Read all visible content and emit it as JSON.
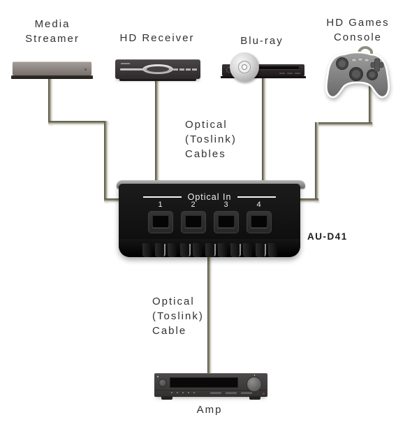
{
  "diagram": {
    "devices": {
      "media_streamer": {
        "name_line1": "Media",
        "name_line2": "Streamer"
      },
      "hd_receiver": {
        "name": "HD Receiver"
      },
      "blu_ray": {
        "name": "Blu-ray"
      },
      "games_console": {
        "name_line1": "HD Games",
        "name_line2": "Console"
      },
      "amp": {
        "name": "Amp"
      }
    },
    "switch_unit": {
      "model": "AU-D41",
      "panel_title": "Optical In",
      "input_ports": [
        "1",
        "2",
        "3",
        "4"
      ]
    },
    "labels": {
      "input_cables": {
        "line1": "Optical",
        "line2": "(Toslink)",
        "line3": "Cables"
      },
      "output_cable": {
        "line1": "Optical",
        "line2": "(Toslink)",
        "line3": "Cable"
      }
    },
    "colors": {
      "cable_dark": "#4f4e44",
      "cable_mid": "#85836f",
      "cable_highlight": "#e6e4d4",
      "switch_body": "#0e0e0e",
      "switch_text": "#f2f2f2",
      "label_text": "#313131"
    }
  }
}
